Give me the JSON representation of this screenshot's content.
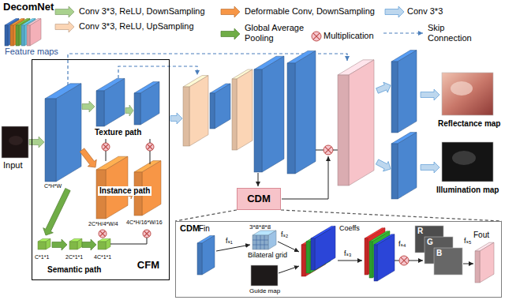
{
  "diagram": {
    "title": "DecomNet",
    "nodes": [
      {
        "text": [
          "CFM"
        ]
      },
      {
        "text": [
          "CDM"
        ]
      },
      {
        "text": [
          "CDM"
        ]
      }
    ],
    "edges": [
      {
        "from": 1,
        "to": 2,
        "arrow": "none"
      }
    ],
    "labels": [
      "Feature maps",
      "Input",
      "C*H*W",
      "Texture path",
      "Instance path",
      "2C*H/4*W/4",
      "4C*H/16*W/16",
      "C*1*1",
      "2C*1*1",
      "4C*1*1",
      "Semantic path",
      "Reflectance map",
      "Illumination map",
      "Fin",
      "fₛ₁",
      "3*8*8*8",
      "Bilateral grid",
      "Coeffs",
      "Guide map",
      "fₛ₂",
      "fₛ₃",
      "fₛ₄",
      "R",
      "G",
      "B",
      "fₛ₅",
      "Fout"
    ],
    "legend": [
      {
        "text": "Conv 3*3, ReLU, DownSampling"
      },
      {
        "text": "Deformable Conv, DownSampling"
      },
      {
        "text": "Conv 3*3"
      },
      {
        "text": "Conv 3*3, ReLU, UpSampling"
      },
      {
        "text": "Global Average Pooling"
      },
      {
        "text": "Multiplication"
      },
      {
        "text": "Skip Connection"
      }
    ]
  }
}
